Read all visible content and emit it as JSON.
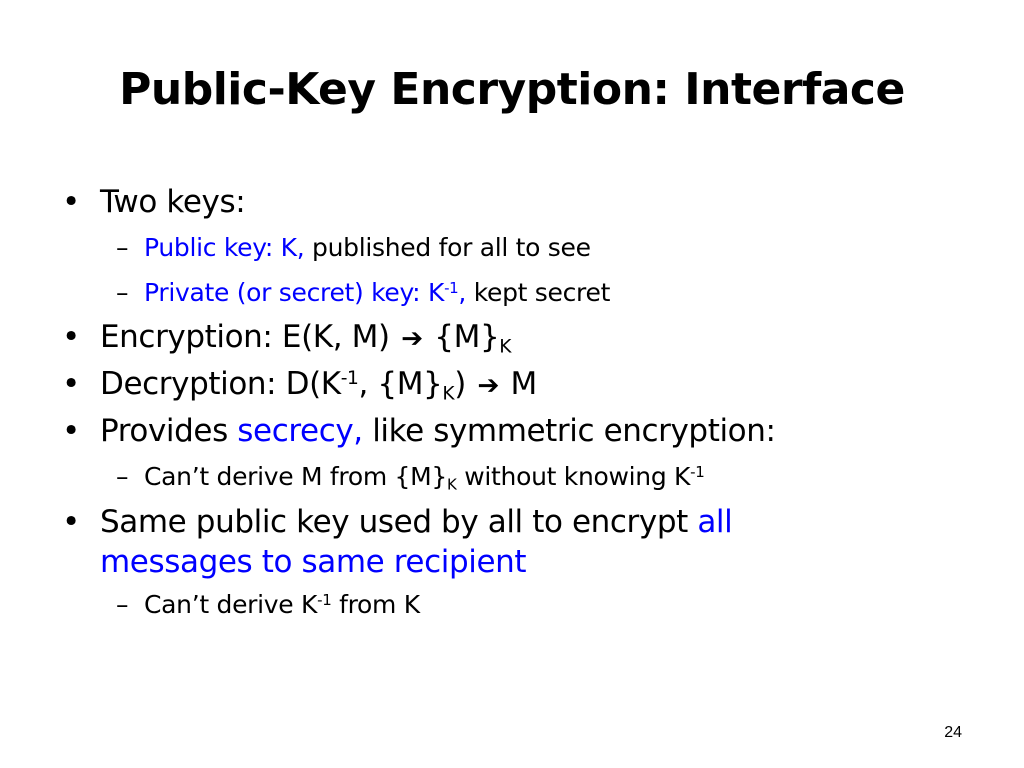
{
  "slide": {
    "title": "Public-Key Encryption: Interface",
    "page_number": "24",
    "bullet_glyph": "•",
    "dash_glyph": "–",
    "arrow_glyph": "➔",
    "colors": {
      "text": "#000000",
      "highlight": "#0000ff",
      "background": "#ffffff"
    },
    "b1": {
      "text": "Two keys:"
    },
    "b1_s1": {
      "blue": "Public key: K,",
      "rest": " published for all to see"
    },
    "b1_s2": {
      "blue_pre": "Private (or secret) key: K",
      "sup": "-1",
      "blue_post": ",",
      "rest": " kept secret"
    },
    "b2": {
      "pre": "Encryption: E(K, M) ",
      "post": " {M}",
      "sub": "K"
    },
    "b3": {
      "pre": "Decryption: D(K",
      "sup": "-1",
      "mid": ", {M}",
      "sub": "K",
      "post": ") ",
      "end": " M"
    },
    "b4": {
      "pre": "Provides ",
      "blue": "secrecy,",
      "post": " like symmetric encryption:"
    },
    "b4_s1": {
      "pre": "Can’t derive M from {M}",
      "sub": "K",
      "mid": " without knowing K",
      "sup": "-1"
    },
    "b5": {
      "pre": "Same public key used by all to encrypt ",
      "blue_1": "all",
      "blue_2": "messages to same recipient"
    },
    "b5_s1": {
      "pre": "Can’t derive K",
      "sup": "-1",
      "post": " from K"
    }
  }
}
